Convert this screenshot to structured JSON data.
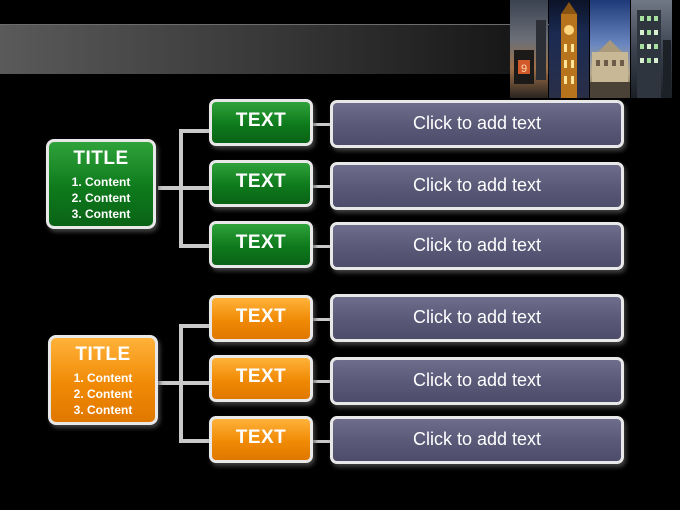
{
  "colors": {
    "background": "#000000",
    "green": "#0e7a1c",
    "orange": "#f08a05",
    "text_box": "#5b5a79",
    "border": "#e8e8e8",
    "connector": "#c9c9c9"
  },
  "groups": [
    {
      "color": "green",
      "title": "TITLE",
      "items": [
        "1. Content",
        "2. Content",
        "3. Content"
      ],
      "rows": [
        {
          "label": "TEXT",
          "text": "Click to add text"
        },
        {
          "label": "TEXT",
          "text": "Click to add text"
        },
        {
          "label": "TEXT",
          "text": "Click to add text"
        }
      ]
    },
    {
      "color": "orange",
      "title": "TITLE",
      "items": [
        "1. Content",
        "2. Content",
        "3. Content"
      ],
      "rows": [
        {
          "label": "TEXT",
          "text": "Click to add text"
        },
        {
          "label": "TEXT",
          "text": "Click to add text"
        },
        {
          "label": "TEXT",
          "text": "Click to add text"
        }
      ]
    }
  ]
}
